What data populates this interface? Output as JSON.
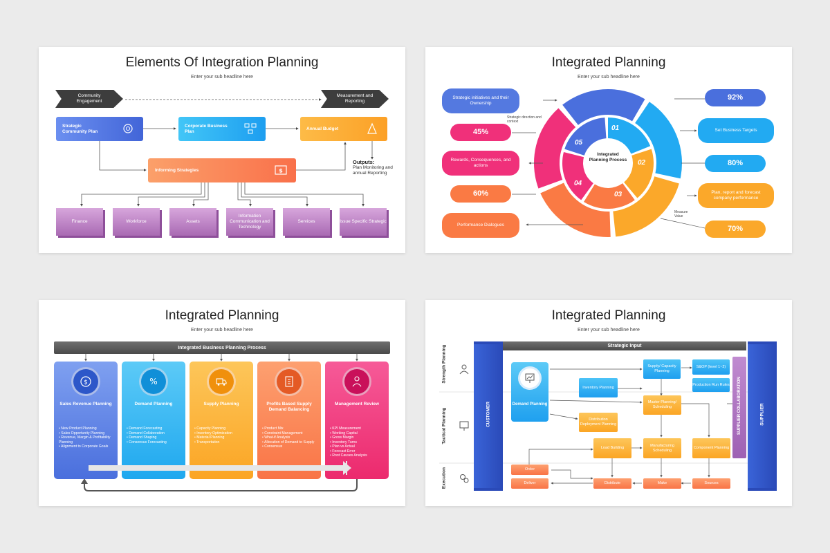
{
  "slide1": {
    "title": "Elements Of Integration Planning",
    "subtitle": "Enter your sub headline here",
    "chevron_left": "Community Engagement",
    "chevron_right": "Measurement and Reporting",
    "box_strategic": "Strategic Community Plan",
    "box_corporate": "Corporate Business Plan",
    "box_budget": "Annual Budget",
    "box_informing": "Informing Strategies",
    "outputs_label": "Outputs:",
    "outputs_text": "Plan Monitoring and annual Reporting",
    "bottom_items": [
      "Finance",
      "Workforce",
      "Assets",
      "Information Communication and Technology",
      "Services",
      "Issue Specific Strategic"
    ]
  },
  "slide2": {
    "title": "Integrated Planning",
    "subtitle": "Enter your sub headline here",
    "center_label": "Integrated Planning Process",
    "segments": [
      "01",
      "02",
      "03",
      "04",
      "05"
    ],
    "left_pills": [
      "Strategic initiatives and their Ownership",
      "45%",
      "Rewards, Consequences, and actions",
      "60%",
      "Performance Dialogues"
    ],
    "right_pills": [
      "92%",
      "Set Business Targets",
      "80%",
      "Plan, report and forecast company performance",
      "70%"
    ],
    "note_strategic": "Strategic direction and context",
    "note_measure": "Measure Value"
  },
  "slide3": {
    "title": "Integrated Planning",
    "subtitle": "Enter your sub headline here",
    "banner": "Integrated Business Planning Process",
    "columns": [
      {
        "title": "Sales Revenue Planning",
        "items": [
          "New Product Planning",
          "Sales Opportunity Planning",
          "Revenue, Margin & Profitability Planning",
          "Alignment to Corporate Goals"
        ]
      },
      {
        "title": "Demand Planning",
        "items": [
          "Demand Forecasting",
          "Demand Collaboration",
          "Demand Shaping",
          "Consensus Forecasting"
        ]
      },
      {
        "title": "Supply Planning",
        "items": [
          "Capacity Planning",
          "Inventory Optimization",
          "Material Planning",
          "Transportation"
        ]
      },
      {
        "title": "Profits Based Supply Demand Balancing",
        "items": [
          "Product Mix",
          "Constraint Management",
          "What-if Analysis",
          "Allocation of Demand to Supply",
          "Consensus"
        ]
      },
      {
        "title": "Management Review",
        "items": [
          "KPI Measurement",
          "Working Capital",
          "Gross Margin",
          "Inventory Turns",
          "Plan vs Actual",
          "Forecast Error",
          "Root Causes Analysis"
        ]
      }
    ]
  },
  "slide4": {
    "title": "Integrated Planning",
    "subtitle": "Enter your sub headline here",
    "strategic_input": "Strategic Input",
    "customer": "CUSTOMER",
    "supplier": "SUPPLIER",
    "supplier_collab": "SUPPLIER COLLABORATION",
    "row_labels": [
      "Strength Planning",
      "Tactical Planning",
      "Execution"
    ],
    "demand_planning": "Demand Planning",
    "supply_capacity": "Supply/ Capacity Planning",
    "sop": "S&OP (level 1~2)",
    "production_run": "Production Run Rules",
    "inventory_planning": "Inventory Planning",
    "master_planning": "Master Planning/ Scheduling",
    "distribution_planning": "Distribution Deployment Planning",
    "load_building": "Load Building",
    "manufacturing_scheduling": "Manufacturing Scheduling",
    "component_planning": "Component Planning",
    "order": "Order",
    "deliver": "Deliver",
    "distribute": "Distribute",
    "make": "Make",
    "sources": "Sources"
  },
  "colors": {
    "blue": "#4a7be0",
    "cyan": "#1fb0f0",
    "orange": "#fba42a",
    "coral": "#fb7e4a",
    "pink": "#f02a7a",
    "purple": "#b97ac3"
  }
}
